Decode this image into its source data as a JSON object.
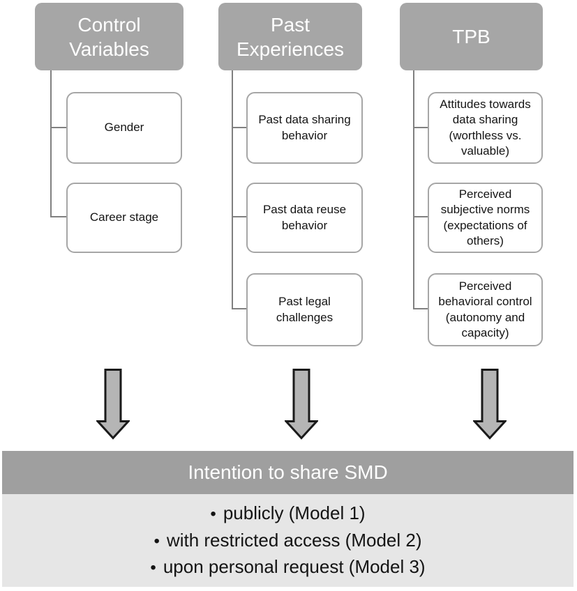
{
  "diagram": {
    "columns": [
      {
        "title": "Control Variables",
        "items": [
          {
            "label": "Gender"
          },
          {
            "label": "Career stage"
          }
        ]
      },
      {
        "title": "Past Experiences",
        "items": [
          {
            "label": "Past data sharing behavior"
          },
          {
            "label": "Past data reuse behavior"
          },
          {
            "label": "Past legal challenges"
          }
        ]
      },
      {
        "title": "TPB",
        "items": [
          {
            "label": "Attitudes towards data sharing (worthless vs. valuable)"
          },
          {
            "label": "Perceived subjective norms (expectations of others)"
          },
          {
            "label": "Perceived behavioral control (autonomy and capacity)"
          }
        ]
      }
    ],
    "outcome": {
      "title": "Intention to share SMD",
      "bullet_glyph": "•",
      "items": [
        {
          "label": "publicly (Model 1)"
        },
        {
          "label": "with restricted access (Model 2)"
        },
        {
          "label": "upon personal request (Model 3)"
        }
      ]
    },
    "colors": {
      "header_fill": "#a6a6a6",
      "box_border": "#a6a6a6",
      "connector": "#808080",
      "arrow_fill": "#b5b5b5",
      "arrow_outline": "#1a1a1a",
      "outcome_bar_fill": "#9f9f9f",
      "outcome_body_fill": "#e6e6e6",
      "text_light": "#ffffff",
      "text_dark": "#141414"
    }
  }
}
